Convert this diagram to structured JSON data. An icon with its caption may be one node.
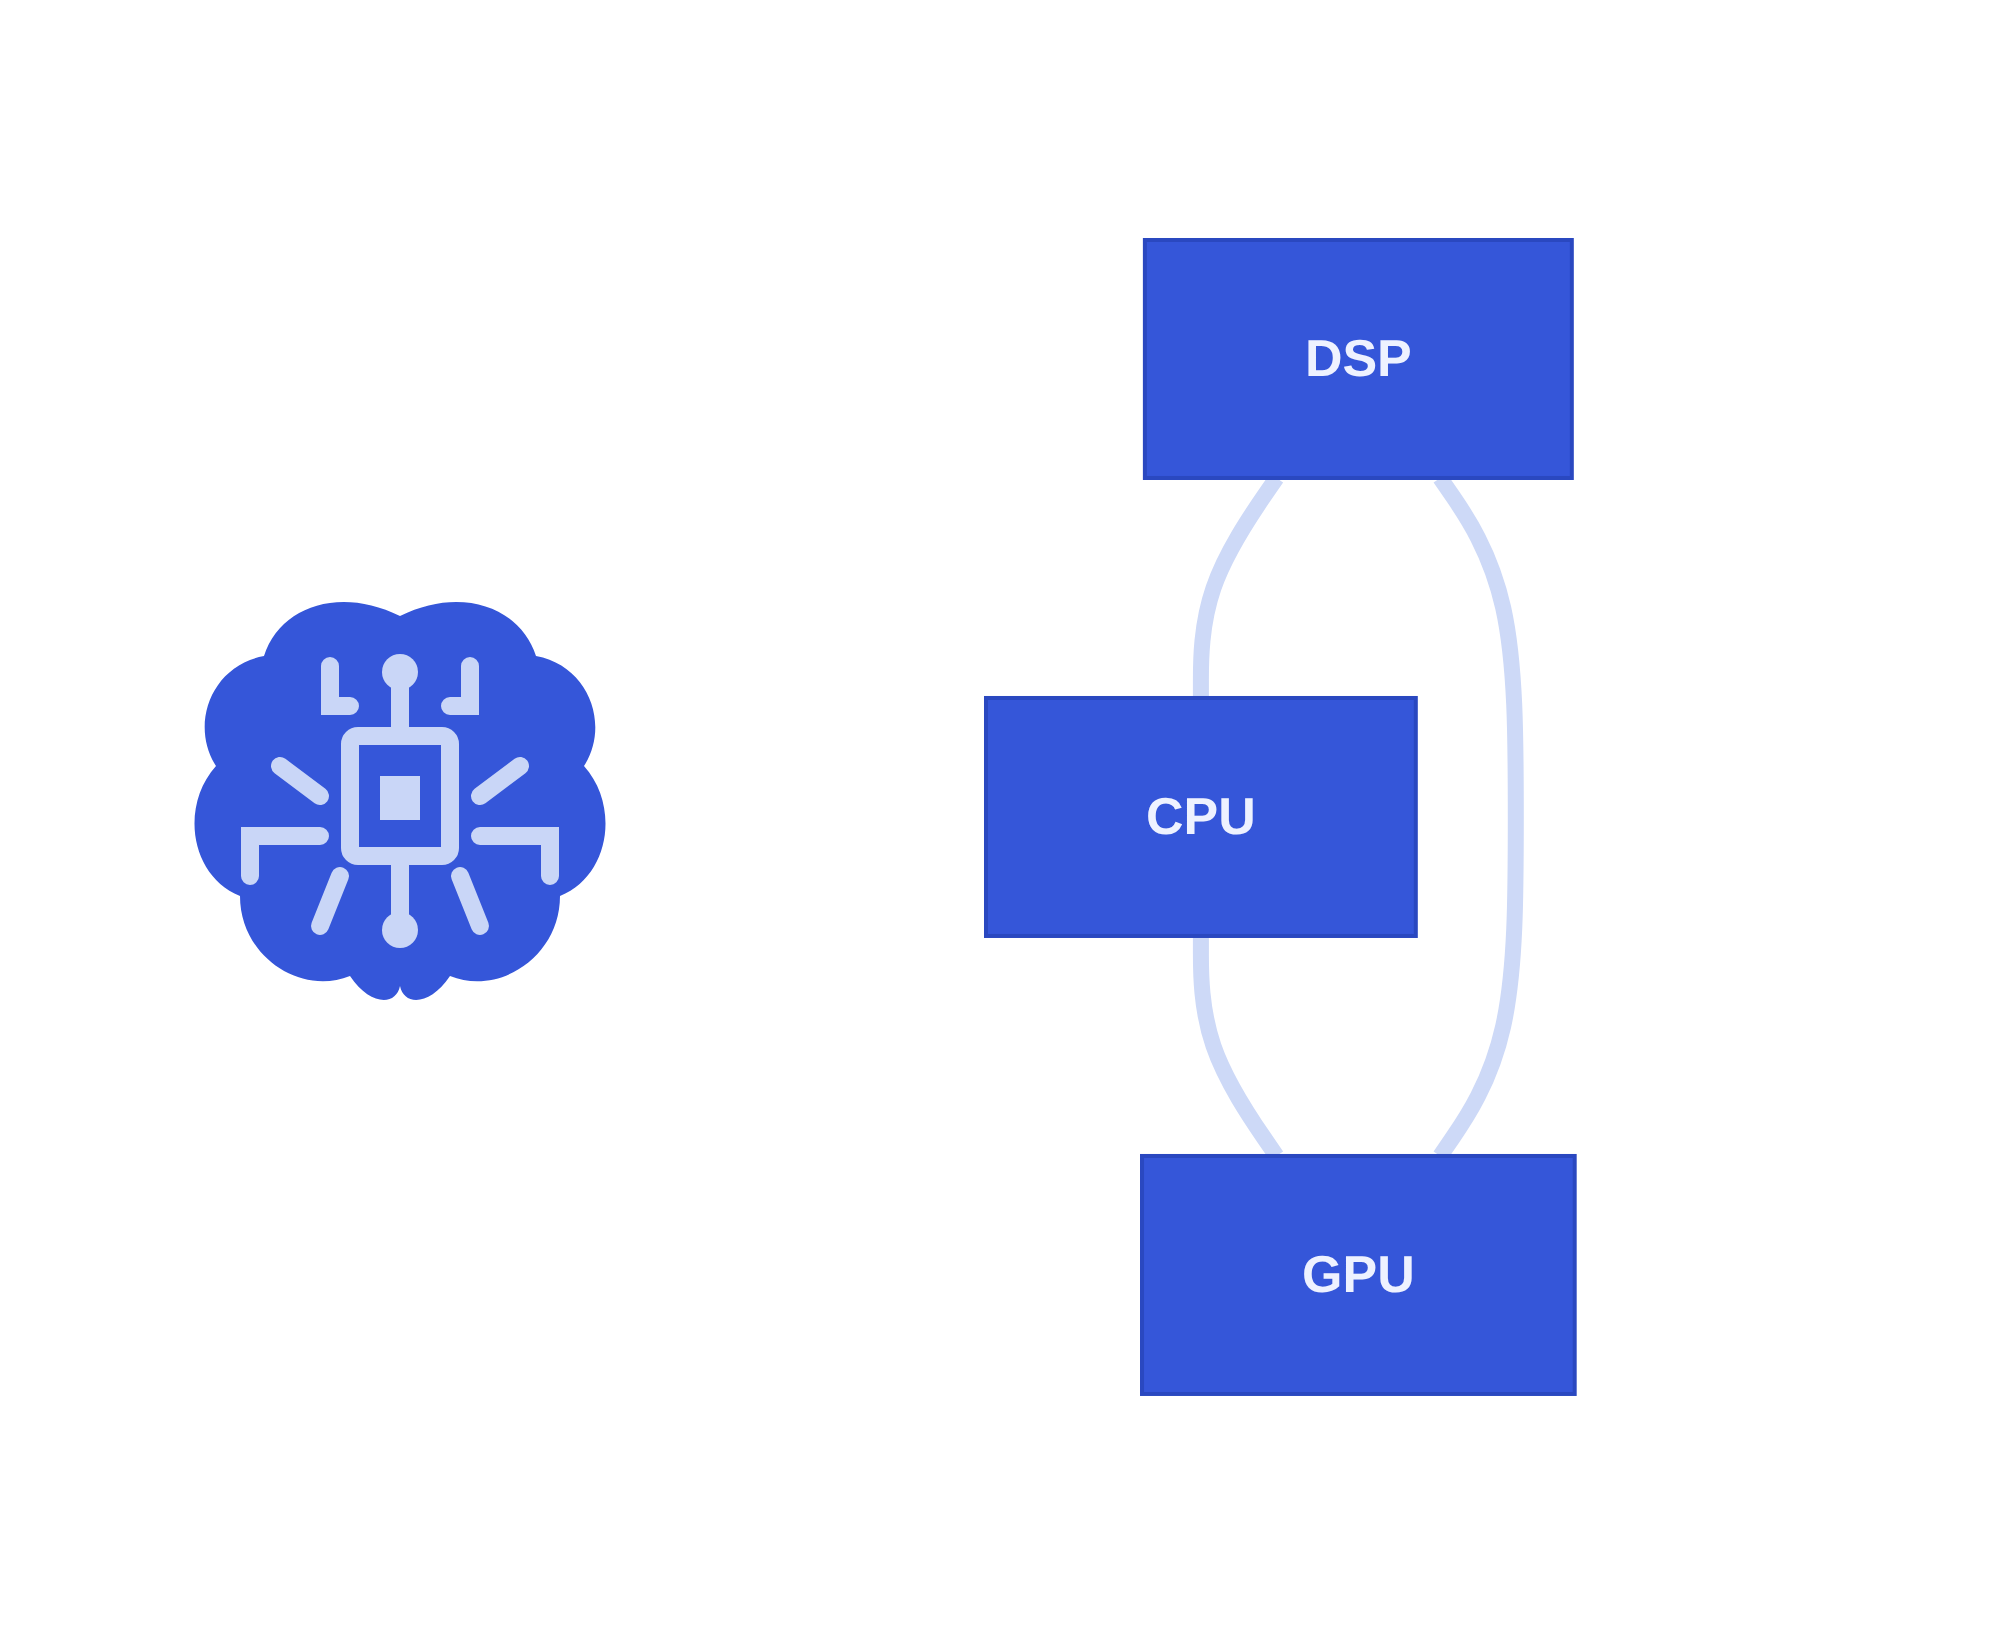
{
  "diagram": {
    "nodes": [
      {
        "text": [
          "DSP"
        ]
      },
      {
        "text": [
          "CPU"
        ]
      },
      {
        "text": [
          "GPU"
        ]
      }
    ],
    "edges": [
      {
        "from": 0,
        "to": 1,
        "arrow": "none"
      },
      {
        "from": 1,
        "to": 2,
        "arrow": "none"
      },
      {
        "from": 2,
        "to": 0,
        "arrow": "none"
      }
    ]
  }
}
